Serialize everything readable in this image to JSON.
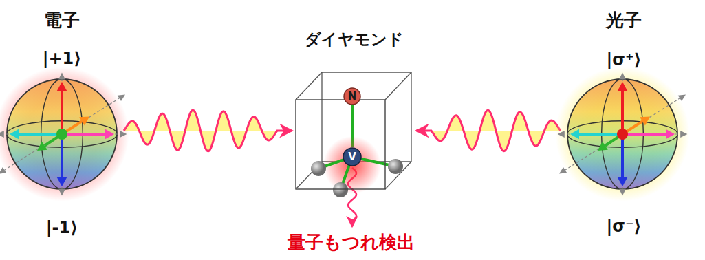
{
  "diagram": {
    "nodes": [
      {
        "text": [
          "電子",
          "|+1⟩",
          "|-1⟩"
        ]
      },
      {
        "text": [
          "ダイヤモンド"
        ]
      },
      {
        "text": [
          "N"
        ],
        "in": 1
      },
      {
        "text": [
          "V"
        ],
        "in": 1
      },
      {
        "text": [
          "光子",
          "|σ⁺⟩",
          "|σ⁻⟩"
        ]
      }
    ],
    "edges": [
      {
        "from": 0,
        "to": 1,
        "arrow": "to"
      },
      {
        "from": 4,
        "to": 1,
        "arrow": "to"
      },
      {
        "from": 2,
        "to": 3,
        "arrow": "none"
      }
    ],
    "labels": [
      "量子もつれ検出"
    ]
  }
}
